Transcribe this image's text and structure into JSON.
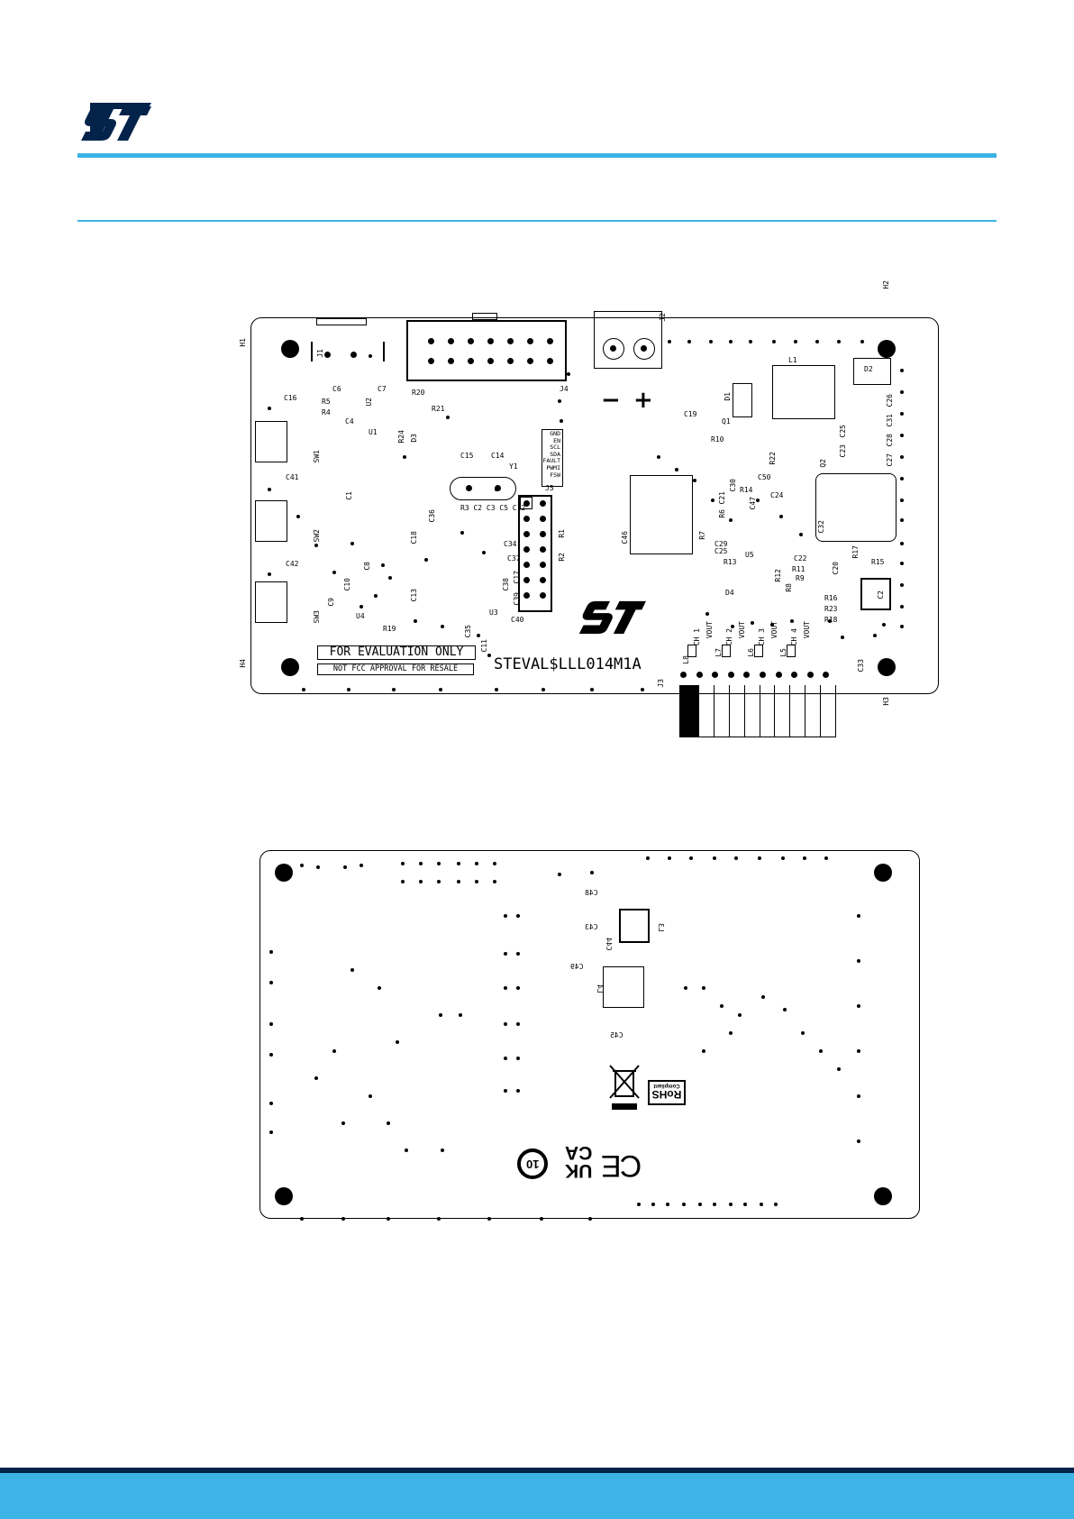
{
  "brand": {
    "logo_text": "ST",
    "accent_color": "#3cb4e6",
    "dark_color": "#03234b"
  },
  "board_top": {
    "name": "STEVAL$LLL014M1A",
    "eval_label": "FOR EVALUATION ONLY",
    "fcc_label": "NOT FCC APPROVAL FOR RESALE",
    "minus_sign": "−",
    "plus_sign": "+",
    "signals": [
      "GND",
      "EN",
      "SCL",
      "SDA",
      "FAULT",
      "PWMI",
      "FSW"
    ],
    "designators": {
      "h1": "H1",
      "h2": "H2",
      "h3": "H3",
      "h4": "H4",
      "j1": "J1",
      "j2": "J2",
      "j3": "J3",
      "j4": "J4",
      "j5": "J5",
      "c6": "C6",
      "c7": "C7",
      "r5": "R5",
      "r4": "R4",
      "u2": "U2",
      "c4": "C4",
      "u1": "U1",
      "c16": "C16",
      "sw1": "SW1",
      "c41": "C41",
      "c1": "C1",
      "sw2": "SW2",
      "c42": "C42",
      "sw3": "SW3",
      "c10": "C10",
      "c8": "C8",
      "c9": "C9",
      "u4": "U4",
      "r19": "R19",
      "c13": "C13",
      "r20": "R20",
      "r21": "R21",
      "r24": "R24",
      "d3": "D3",
      "c15": "C15",
      "c14": "C14",
      "y1": "Y1",
      "r3c": "R3 C2 C3 C5 C12",
      "c36": "C36",
      "c18": "C18",
      "c34": "C34",
      "c37": "C37",
      "c38": "C38",
      "c17": "C17",
      "c39": "C39",
      "u3": "U3",
      "c40": "C40",
      "c35": "C35",
      "c11": "C11",
      "r1": "R1",
      "r2": "R2",
      "c46": "C46",
      "d1": "D1",
      "q1": "Q1",
      "c19": "C19",
      "r10": "R10",
      "l1": "L1",
      "d2": "D2",
      "r22": "R22",
      "c25": "C25",
      "c23": "C23",
      "c27": "C27",
      "c28": "C28",
      "c31": "C31",
      "c26": "C26",
      "q2": "Q2",
      "c50": "C50",
      "c30": "C30",
      "c21": "C21",
      "r14": "R14",
      "c47": "C47",
      "c24": "C24",
      "r6": "R6",
      "c32": "C32",
      "r7": "R7",
      "c29": "C29",
      "u5": "U5",
      "r13": "R13",
      "c22": "C22",
      "r11": "R11",
      "r12": "R12",
      "r9": "R9",
      "r8": "R8",
      "c20": "C20",
      "r17": "R17",
      "r15": "R15",
      "d4": "D4",
      "r16": "R16",
      "r23": "R23",
      "r18": "R18",
      "c2": "C2",
      "c33": "C33",
      "l8": "L8",
      "l7": "L7",
      "l6": "L6",
      "l5": "L5",
      "ch1": "CH 1",
      "ch2": "CH 2",
      "ch3": "CH 3",
      "ch4": "CH 4",
      "vout": "VOUT"
    }
  },
  "board_bottom": {
    "designators": {
      "c48": "C48",
      "c43": "C43",
      "c44": "C44",
      "c49": "C49",
      "c45": "C45",
      "l3": "L3",
      "l4": "L4"
    },
    "marks": {
      "rohs": "RoHS",
      "compliant": "Compliant",
      "ukca_top": "UK",
      "ukca_bottom": "CA",
      "ce": "CE",
      "years": "10"
    }
  }
}
